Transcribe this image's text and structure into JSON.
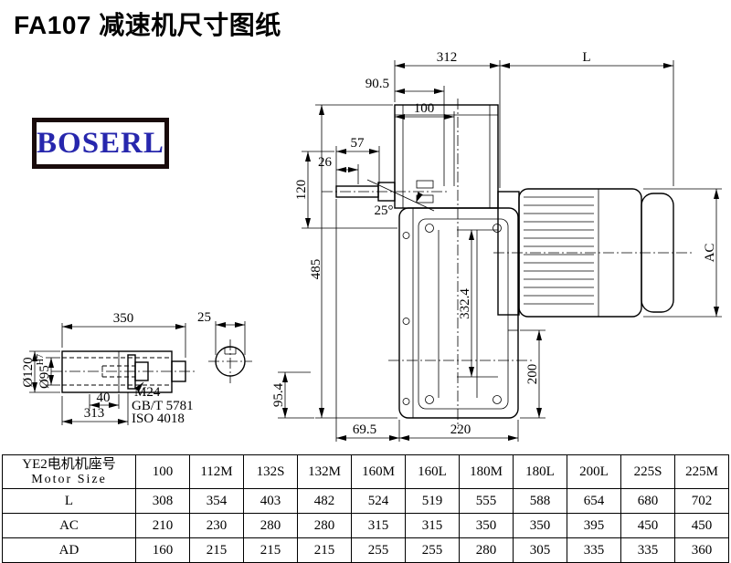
{
  "page": {
    "title": "FA107 减速机尺寸图纸",
    "logo_text": "BOSERL"
  },
  "drawing": {
    "main_view": {
      "top_width": "312",
      "motor_length": "L",
      "dim_90_5": "90.5",
      "dim_100": "100",
      "dim_57": "57",
      "dim_26": "26",
      "dim_120": "120",
      "angle": "25°",
      "total_height": "485",
      "dim_332_4": "332.4",
      "motor_diameter": "AC",
      "dim_200": "200",
      "dim_69_5": "69.5",
      "dim_220": "220",
      "dim_95_4": "95.4"
    },
    "shaft_view": {
      "dim_350": "350",
      "dim_313": "313",
      "dim_40": "40",
      "dia_120": "Ø120",
      "dia_95": "Ø95",
      "dia_95_tol": "H7",
      "bolt": "M24",
      "standard_gb": "GB/T 5781",
      "standard_iso": "ISO 4018",
      "end_dia_25": "25"
    }
  },
  "table": {
    "header_cn": "YE2电机机座号",
    "header_en": "Motor Size",
    "columns": [
      "100",
      "112M",
      "132S",
      "132M",
      "160M",
      "160L",
      "180M",
      "180L",
      "200L",
      "225S",
      "225M"
    ],
    "rows": [
      {
        "label": "L",
        "values": [
          "308",
          "354",
          "403",
          "482",
          "524",
          "519",
          "555",
          "588",
          "654",
          "680",
          "702"
        ]
      },
      {
        "label": "AC",
        "values": [
          "210",
          "230",
          "280",
          "280",
          "315",
          "315",
          "350",
          "350",
          "395",
          "450",
          "450"
        ]
      },
      {
        "label": "AD",
        "values": [
          "160",
          "215",
          "215",
          "215",
          "255",
          "255",
          "280",
          "305",
          "335",
          "335",
          "360"
        ]
      }
    ]
  }
}
